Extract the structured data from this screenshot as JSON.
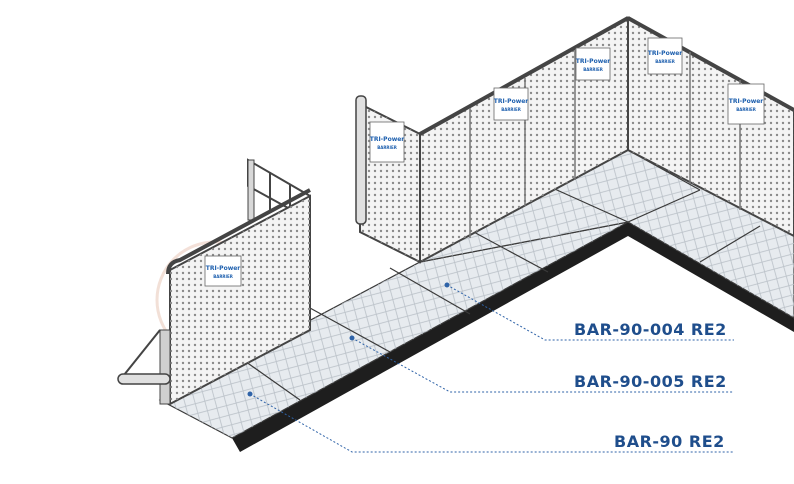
{
  "diagram": {
    "callouts": [
      {
        "label": "BAR-90-004 RE2"
      },
      {
        "label": "BAR-90-005 RE2"
      },
      {
        "label": "BAR-90 RE2"
      }
    ],
    "panel_logo": {
      "brand": "TRI-Power",
      "sub": "BARRIER"
    },
    "colors": {
      "callout_text": "#1f4e8c",
      "leader_line": "#2f63a8",
      "floor_fill": "#e7ebef",
      "floor_stroke": "#3a3a3a",
      "skirt": "#1e1e1e",
      "frame": "#444444",
      "mesh": "#7a7a7a",
      "logo_blue": "#1d5fae",
      "watermark": "#e9c7b8"
    }
  }
}
